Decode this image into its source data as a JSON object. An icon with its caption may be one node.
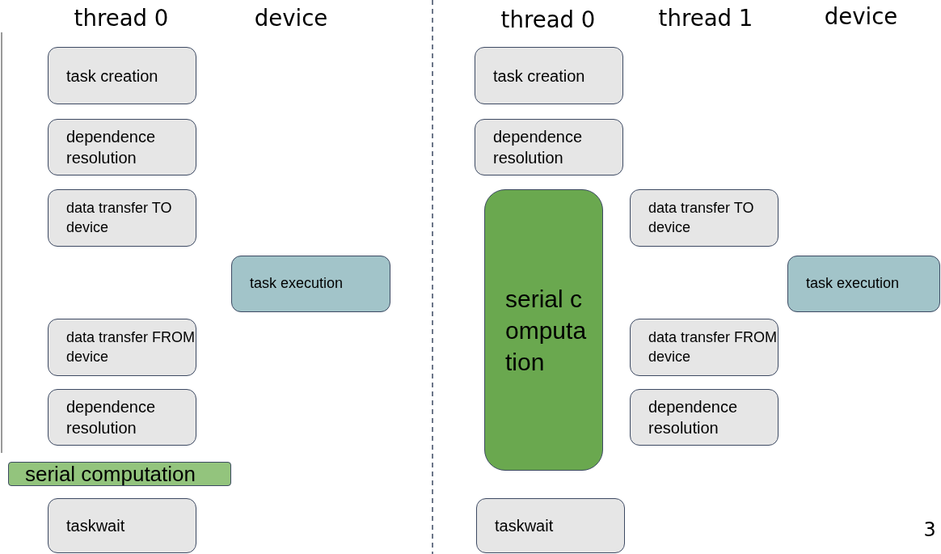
{
  "diagram": {
    "nodes": [
      {
        "text": [
          "task creation"
        ]
      },
      {
        "text": [
          "dependence resolution"
        ]
      },
      {
        "text": [
          "data transfer TO device"
        ]
      },
      {
        "text": [
          "task execution"
        ]
      },
      {
        "text": [
          "data transfer FROM device"
        ]
      },
      {
        "text": [
          "dependence resolution"
        ]
      },
      {
        "text": [
          "serial computation"
        ]
      },
      {
        "text": [
          "taskwait"
        ]
      },
      {
        "text": [
          "task creation"
        ]
      },
      {
        "text": [
          "dependence resolution"
        ]
      },
      {
        "text": [
          "serial computation"
        ]
      },
      {
        "text": [
          "data transfer TO device"
        ]
      },
      {
        "text": [
          "task execution"
        ]
      },
      {
        "text": [
          "data transfer FROM device"
        ]
      },
      {
        "text": [
          "dependence resolution"
        ]
      },
      {
        "text": [
          "taskwait"
        ]
      }
    ],
    "edges": [],
    "labels": [
      "thread 0",
      "device",
      "thread 0",
      "thread 1",
      "device",
      "3"
    ]
  }
}
